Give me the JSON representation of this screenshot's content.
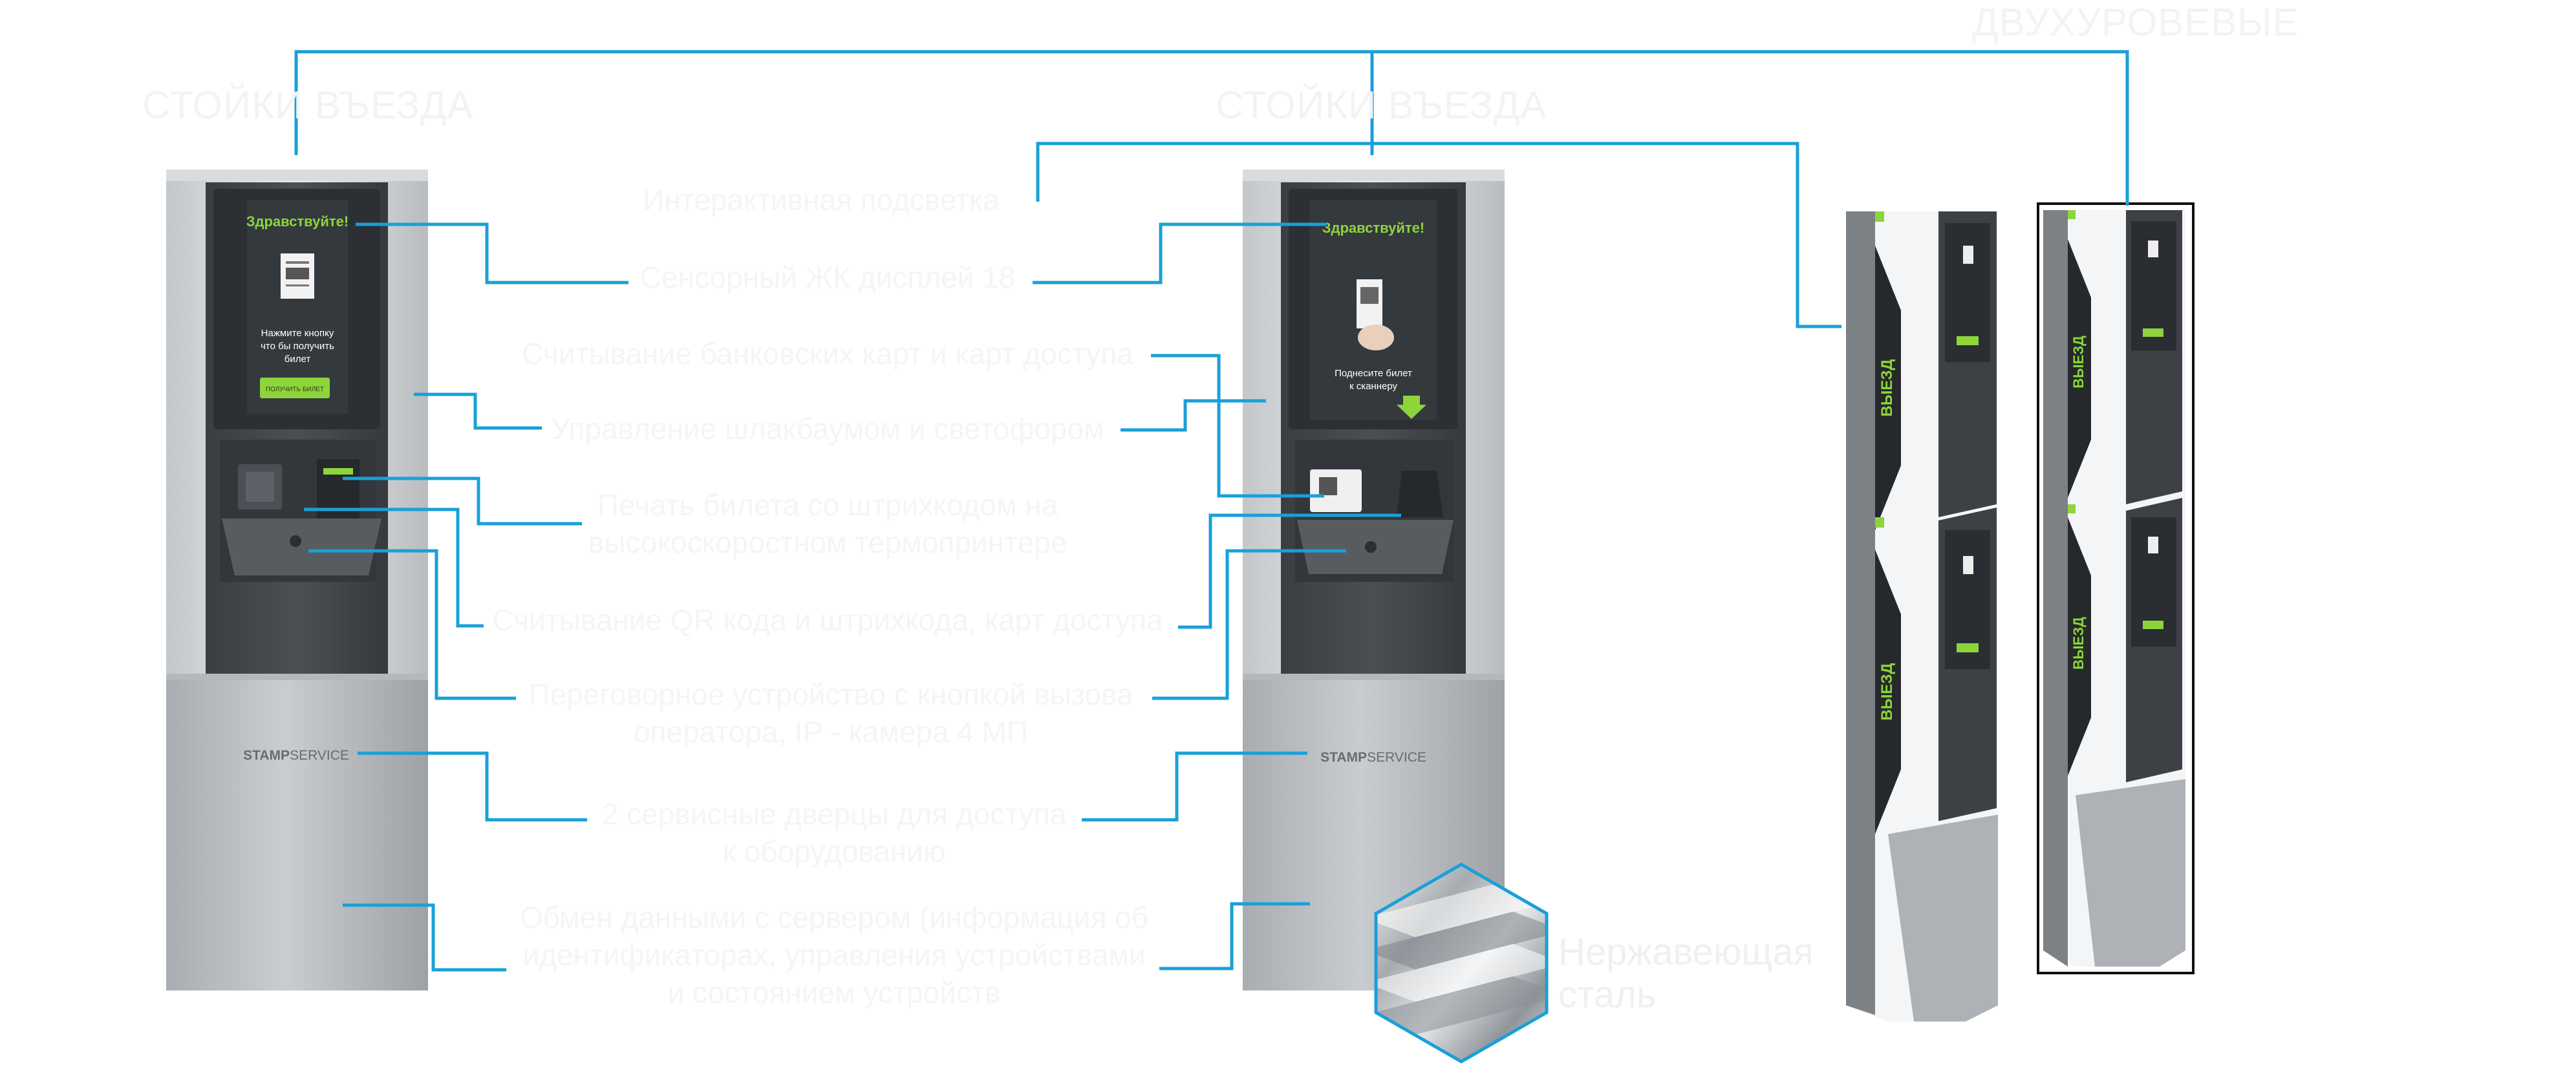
{
  "headings": {
    "single_left": "СТОЙКИ ВЪЕЗДА",
    "single_mid": "СТОЙКИ ВЪЕЗДА",
    "two_level": "ДВУХУРОВЕВЫЕ"
  },
  "features": [
    {
      "lines": [
        "Интерактивная подсветка"
      ]
    },
    {
      "lines": [
        "Сенсорный ЖК дисплей 18"
      ]
    },
    {
      "lines": [
        "Считывание банковских карт  и карт доступа"
      ]
    },
    {
      "lines": [
        "Управление шлакбаумом и светофором"
      ]
    },
    {
      "lines": [
        "Печать билета со штрихкодом на",
        "высокоскоростном термопринтере"
      ]
    },
    {
      "lines": [
        "Считывание QR кода и штрихкода, карт доступа"
      ]
    },
    {
      "lines": [
        "Переговорное устройство с кнопкой вызова",
        "оператора, IP - камера 4 МП"
      ]
    },
    {
      "lines": [
        "2 сервисные дверцы для доступа",
        "к оборудованию"
      ]
    },
    {
      "lines": [
        "Обмен данными с сервером (информация об",
        "идентификаторах, управления устройствами",
        "и состоянием устройств"
      ]
    }
  ],
  "material_label": [
    "Нержавеющая",
    "сталь"
  ],
  "kiosk_left": {
    "greeting": "Здравствуйте!",
    "prompt": [
      "Нажмите кнопку",
      "что бы получить",
      "билет"
    ],
    "button": "ПОЛУЧИТЬ БИЛЕТ",
    "brand_bold": "STAMP",
    "brand_light": "SERVICE"
  },
  "kiosk_mid": {
    "greeting": "Здравствуйте!",
    "prompt": [
      "Поднесите билет",
      "к сканнеру"
    ],
    "brand_bold": "STAMP",
    "brand_light": "SERVICE"
  },
  "exit_text": "ВЫЕЗД",
  "colors": {
    "leader": "#1aa0d8",
    "accent_green": "#8ed43b",
    "panel_dark": "#3e4246",
    "screen": "#2c3035"
  }
}
